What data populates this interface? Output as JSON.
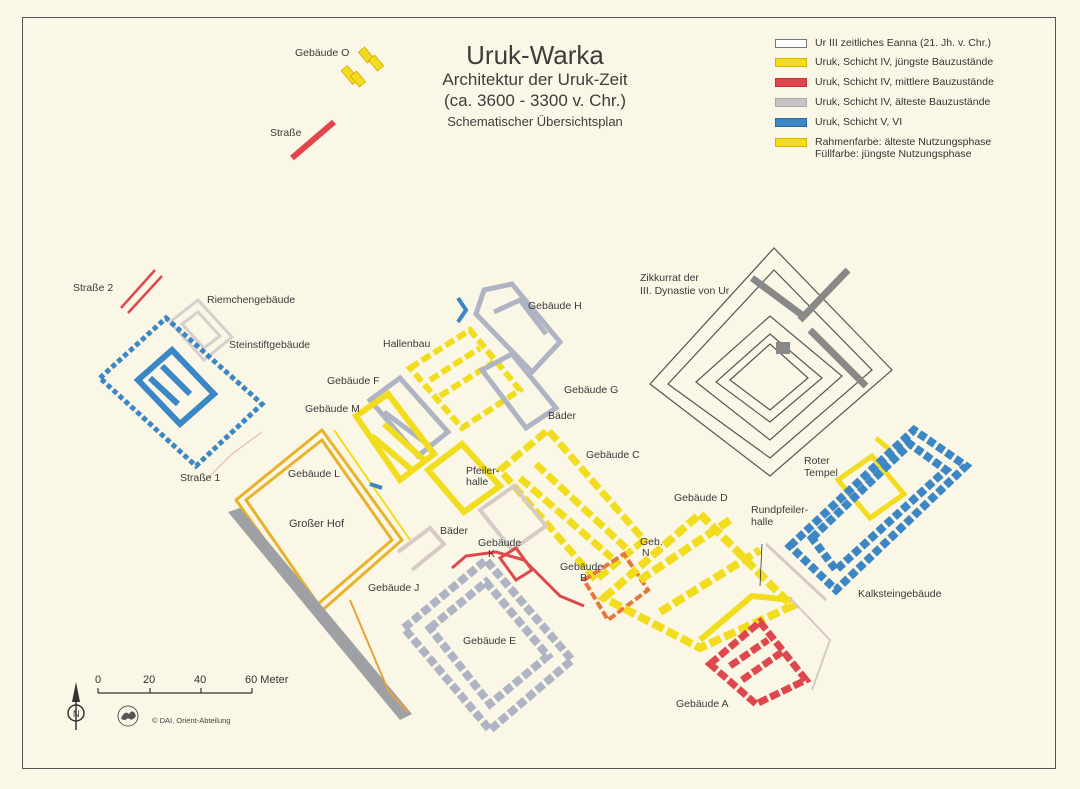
{
  "title": {
    "line1": "Uruk-Warka",
    "line2": "Architektur der Uruk-Zeit",
    "line3": "(ca. 3600 - 3300 v. Chr.)",
    "line4": "Schematischer Übersichtsplan"
  },
  "legend": [
    {
      "label": "Ur III zeitliches Eanna (21. Jh. v. Chr.)",
      "color": "#ffffff"
    },
    {
      "label": "Uruk, Schicht IV, jüngste Bauzustände",
      "color": "#f2dc1e"
    },
    {
      "label": "Uruk, Schicht IV, mittlere Bauzustände",
      "color": "#e0474c"
    },
    {
      "label": "Uruk, Schicht IV, älteste Bauzustände",
      "color": "#c9c2c2"
    },
    {
      "label": "Uruk, Schicht V, VI",
      "color": "#3b86c4"
    },
    {
      "label": "Rahmenfarbe: älteste Nutzungsphase",
      "label2": "Füllfarbe: jüngste Nutzungsphase",
      "color": "#f2dc1e"
    }
  ],
  "labels": {
    "gebaeude_o": "Gebäude O",
    "strasse": "Straße",
    "strasse2": "Straße 2",
    "strasse1": "Straße 1",
    "riemchen": "Riemchengebäude",
    "steinstift": "Steinstiftgebäude",
    "gebaeude_h": "Gebäude H",
    "hallenbau": "Hallenbau",
    "gebaeude_f": "Gebäude F",
    "gebaeude_g": "Gebäude G",
    "gebaeude_m": "Gebäude M",
    "baeder1": "Bäder",
    "gebaeude_c": "Gebäude C",
    "gebaeude_l": "Gebäude L",
    "pfeiler1": "Pfeiler-",
    "pfeiler2": "halle",
    "grosser_hof": "Großer Hof",
    "baeder2": "Bäder",
    "gebaeude_k1": "Gebäude",
    "gebaeude_k2": "K",
    "gebaeude_b1": "Gebäude",
    "gebaeude_b2": "B",
    "geb_n1": "Geb.",
    "geb_n2": "N",
    "gebaeude_d": "Gebäude D",
    "rund1": "Rundpfeiler-",
    "rund2": "halle",
    "gebaeude_j": "Gebäude J",
    "gebaeude_e": "Gebäude E",
    "kalkstein": "Kalksteingebäude",
    "gebaeude_a": "Gebäude A",
    "zikkurrat1": "Zikkurrat der",
    "zikkurrat2": "III. Dynastie von Ur",
    "roter1": "Roter",
    "roter2": "Tempel"
  },
  "scale": {
    "ticks": [
      "0",
      "20",
      "40",
      "60 Meter"
    ],
    "copyright": "© DAI, Orient-Abteilung"
  },
  "colors": {
    "yellow": "#f2dc1e",
    "red": "#e0474c",
    "grey": "#aeb4c4",
    "lightgrey": "#d7c9c6",
    "blue": "#3b86c4",
    "orange": "#e8a23a",
    "background": "#fbf7e6"
  }
}
